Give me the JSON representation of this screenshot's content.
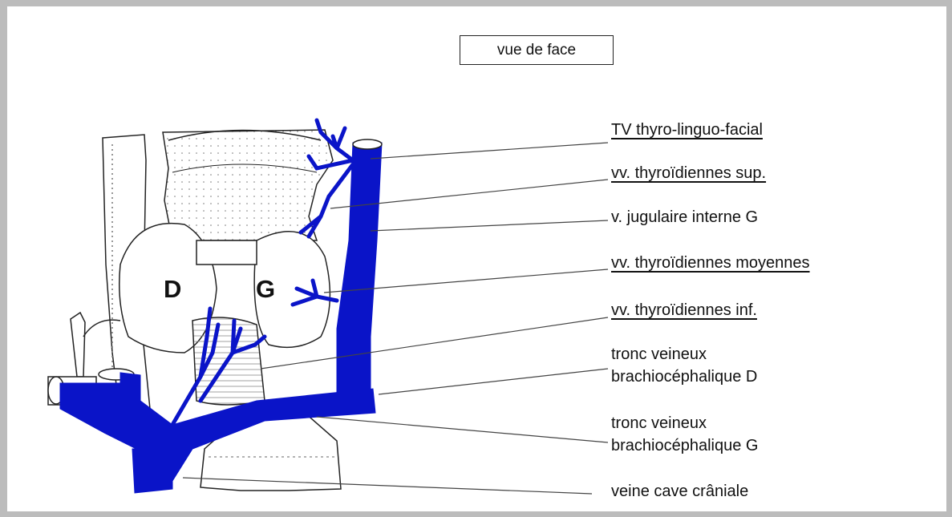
{
  "view_label": "vue de face",
  "side_letters": {
    "right": "D",
    "left": "G"
  },
  "labels": {
    "tv_thyro_linguo_facial": "TV thyro-linguo-facial",
    "vv_thyroidiennes_sup": "vv. thyroïdiennes sup.",
    "v_jugulaire_interne_g": "v. jugulaire interne G",
    "vv_thyroidiennes_moyennes": "vv. thyroïdiennes moyennes",
    "vv_thyroidiennes_inf": "vv. thyroïdiennes inf.",
    "tronc_bc_d_line1": "tronc veineux",
    "tronc_bc_d_line2": "brachiocéphalique D",
    "tronc_bc_g_line1": "tronc veineux",
    "tronc_bc_g_line2": "brachiocéphalique G",
    "veine_cave_craniale": "veine cave crâniale"
  },
  "colors": {
    "vein": "#0a14c8",
    "outline": "#222222",
    "frame": "#bcbcbc"
  }
}
